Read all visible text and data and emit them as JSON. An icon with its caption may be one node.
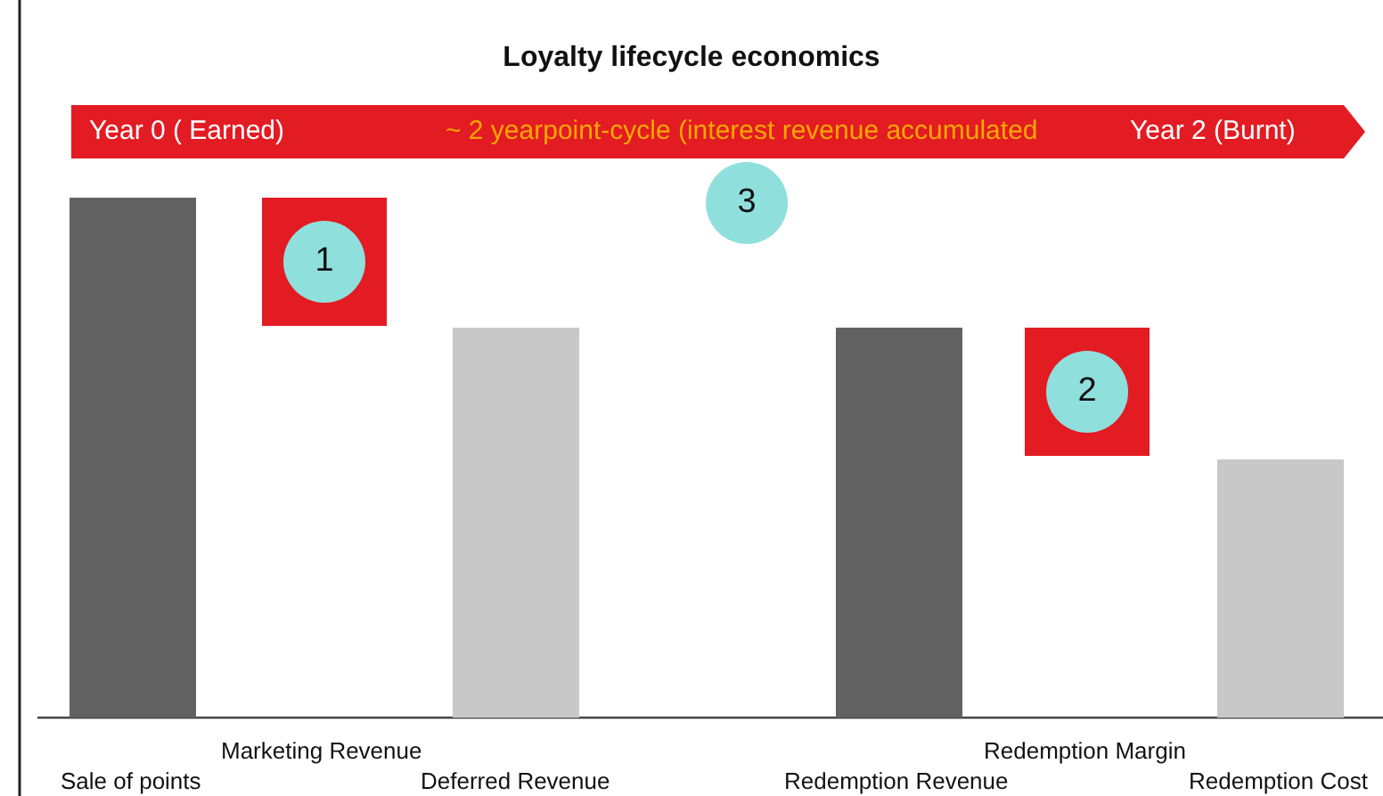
{
  "diagram": {
    "title": "Loyalty lifecycle economics",
    "nodes": [
      {
        "text": [
          "Year 0 ( Earned)",
          "~ 2 yearpoint-cycle (interest revenue accumulated",
          "Year 2 (Burnt)"
        ]
      },
      {
        "text": [
          "3"
        ]
      },
      {
        "text": [],
        "shape": "box"
      },
      {
        "text": [
          "1"
        ],
        "in": 2
      },
      {
        "text": [],
        "shape": "box"
      },
      {
        "text": [
          "2"
        ],
        "in": 4
      },
      {
        "text": [],
        "shape": "bar"
      },
      {
        "text": [],
        "shape": "bar"
      },
      {
        "text": [],
        "shape": "bar"
      },
      {
        "text": [],
        "shape": "bar"
      }
    ],
    "edges": [],
    "labels": [
      "Marketing Revenue",
      "Redemption Margin",
      "Sale of points",
      "Deferred Revenue",
      "Redemption Revenue",
      "Redemption Cost"
    ]
  }
}
